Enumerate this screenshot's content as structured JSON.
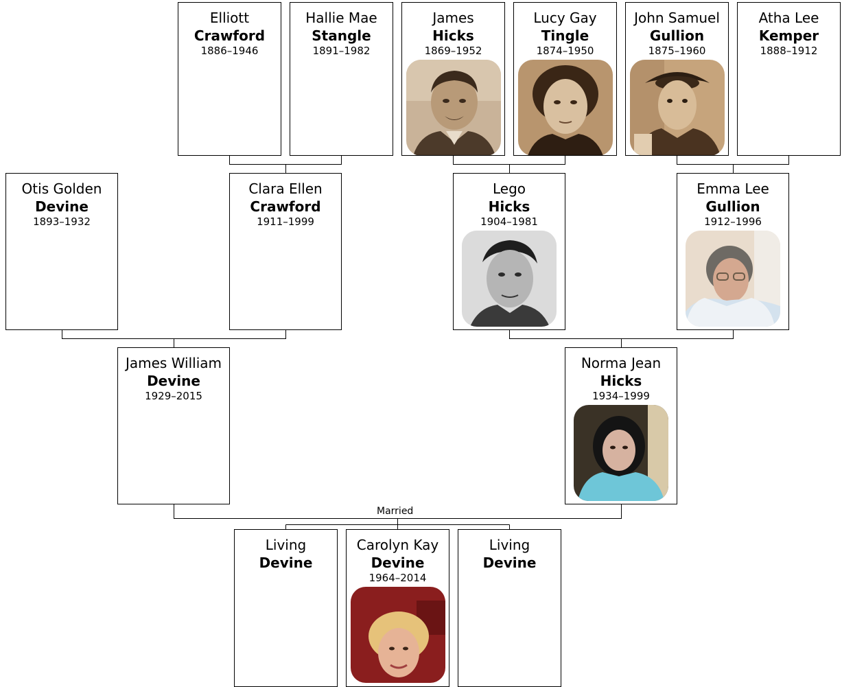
{
  "people": {
    "elliott_crawford": {
      "given": "Elliott",
      "surname": "Crawford",
      "years": "1886–1946"
    },
    "hallie_stangle": {
      "given": "Hallie Mae",
      "surname": "Stangle",
      "years": "1891–1982"
    },
    "james_hicks": {
      "given": "James",
      "surname": "Hicks",
      "years": "1869–1952",
      "photo": "sepia-portrait-man"
    },
    "lucy_tingle": {
      "given": "Lucy Gay",
      "surname": "Tingle",
      "years": "1874–1950",
      "photo": "sepia-portrait-woman"
    },
    "john_gullion": {
      "given": "John Samuel",
      "surname": "Gullion",
      "years": "1875–1960",
      "photo": "sepia-portrait-man-hat"
    },
    "atha_kemper": {
      "given": "Atha Lee",
      "surname": "Kemper",
      "years": "1888–1912"
    },
    "otis_devine": {
      "given": "Otis Golden",
      "surname": "Devine",
      "years": "1893–1932"
    },
    "clara_crawford": {
      "given": "Clara Ellen",
      "surname": "Crawford",
      "years": "1911–1999"
    },
    "lego_hicks": {
      "given": "Lego",
      "surname": "Hicks",
      "years": "1904–1981",
      "photo": "bw-portrait-man"
    },
    "emma_gullion": {
      "given": "Emma Lee",
      "surname": "Gullion",
      "years": "1912–1996",
      "photo": "color-portrait-woman-glasses"
    },
    "james_devine": {
      "given": "James William",
      "surname": "Devine",
      "years": "1929–2015"
    },
    "norma_hicks": {
      "given": "Norma Jean",
      "surname": "Hicks",
      "years": "1934–1999",
      "photo": "color-portrait-woman-blue-sweater"
    },
    "living_devine_1": {
      "given": "Living",
      "surname": "Devine"
    },
    "carolyn_devine": {
      "given": "Carolyn Kay",
      "surname": "Devine",
      "years": "1964–2014",
      "photo": "color-portrait-woman-blonde"
    },
    "living_devine_2": {
      "given": "Living",
      "surname": "Devine"
    }
  },
  "labels": {
    "married": "Married"
  },
  "colors": {
    "border": "#000000",
    "background": "#ffffff"
  }
}
